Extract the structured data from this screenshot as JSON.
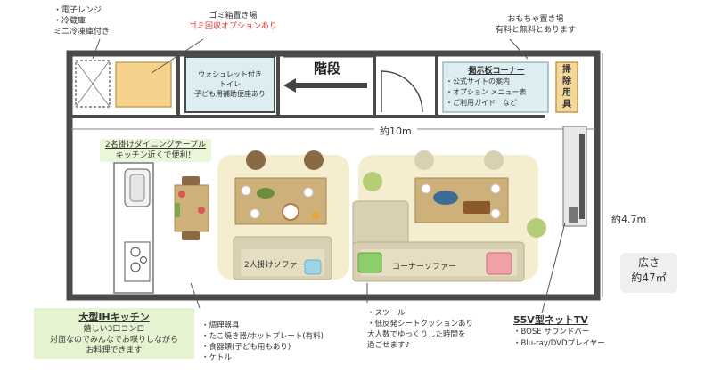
{
  "top_left_note": {
    "lines": [
      "・電子レンジ",
      "・冷蔵庫",
      "ミニ冷凍庫付き"
    ]
  },
  "trash_area": {
    "title": "ゴミ箱置き場",
    "option": "ゴミ回収オプションあり"
  },
  "toy_area": {
    "line1": "おもちゃ置き場",
    "line2": "有料と無料とあります"
  },
  "toilet": {
    "line1": "ウォシュレット付き",
    "line2": "トイレ",
    "line3": "子ども用補助便座あり"
  },
  "stairs_label": "階段",
  "notice_board": {
    "title": "掲示板コーナー",
    "items": [
      "・公式サイトの案内",
      "・オプション メニュー表",
      "・ご利用ガイド　など"
    ]
  },
  "cleaning_label": [
    "掃",
    "除",
    "用",
    "具"
  ],
  "width_label": "約10m",
  "depth_label": "約4.7m",
  "dining_label": {
    "line1": "2名掛けダイニングテーブル",
    "line2": "キッチン近くで便利！"
  },
  "sofa_2_label": "2人掛けソファー",
  "corner_sofa_label": "コーナーソファー",
  "area_box": {
    "line1": "広さ",
    "line2": "約47㎡"
  },
  "kitchen_box": {
    "title": "大型IHキッチン",
    "line1": "嬉しい3口コンロ",
    "line2": "対面なのでみんなでお喋りしながら",
    "line3": "お料理できます"
  },
  "utensils": {
    "lines": [
      "・調理器具",
      "・たこ焼き器/ホットプレート(有料)",
      "・食器類(子ども用もあり)",
      "・ケトル"
    ]
  },
  "stool_note": {
    "lines": [
      "・スツール",
      "・低反発シートクッションあり",
      "大人数でゆっくりした時間を",
      "過ごせます♪"
    ]
  },
  "tv_note": {
    "title": "55V型ネットTV",
    "lines": [
      "・BOSE サウンドバー",
      "・Blu-ray/DVDプレイヤー"
    ]
  },
  "colors": {
    "wall": "#4a4a4a",
    "rug": "#f5edd0",
    "sofa": "#d9d0b3",
    "table": "#cdb07a",
    "chair": "#8a6a45",
    "stool": "#b5cd76",
    "board": "#dceef1",
    "kitchen_box": "#e5f4d0",
    "area_box": "#efefef",
    "accent_red": "#e0332f"
  }
}
